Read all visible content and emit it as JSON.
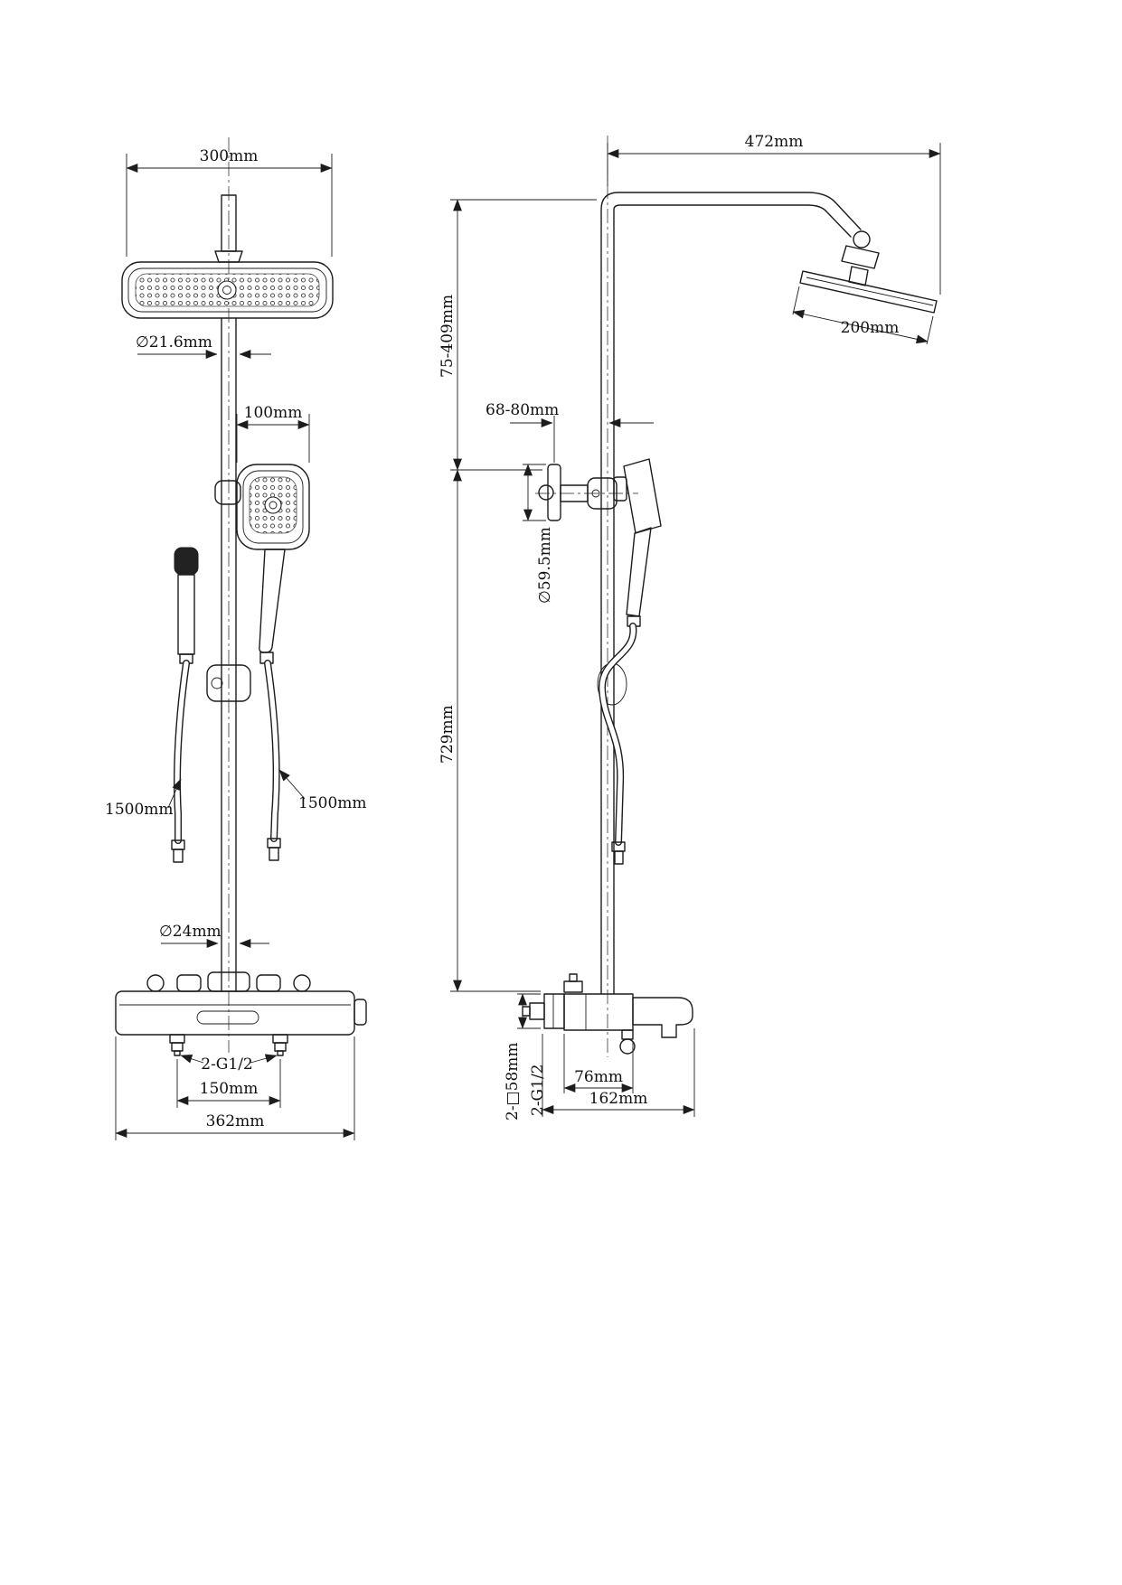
{
  "page": {
    "background": "#ffffff",
    "line_color": "#1c1c1c"
  },
  "drawing": {
    "views": {
      "front": {
        "dimensions": {
          "head_width": "300mm",
          "pipe_diameter": "∅21.6mm",
          "hand_shower_width": "100mm",
          "hose_left": "1500mm",
          "hose_right": "1500mm",
          "column_diameter": "∅24mm",
          "inlet_thread": "2-G1/2",
          "inlet_spacing": "150mm",
          "overall_width": "362mm"
        }
      },
      "side": {
        "dimensions": {
          "arm_reach": "472mm",
          "head_length": "200mm",
          "height_adjust": "75-409mm",
          "wall_distance": "68-80mm",
          "flange_diameter": "∅59.5mm",
          "column_height": "729mm",
          "flange_square": "2-□58mm",
          "outlet_thread": "2-G1/2",
          "spout_reach": "76mm",
          "overall_depth": "162mm"
        }
      }
    }
  }
}
